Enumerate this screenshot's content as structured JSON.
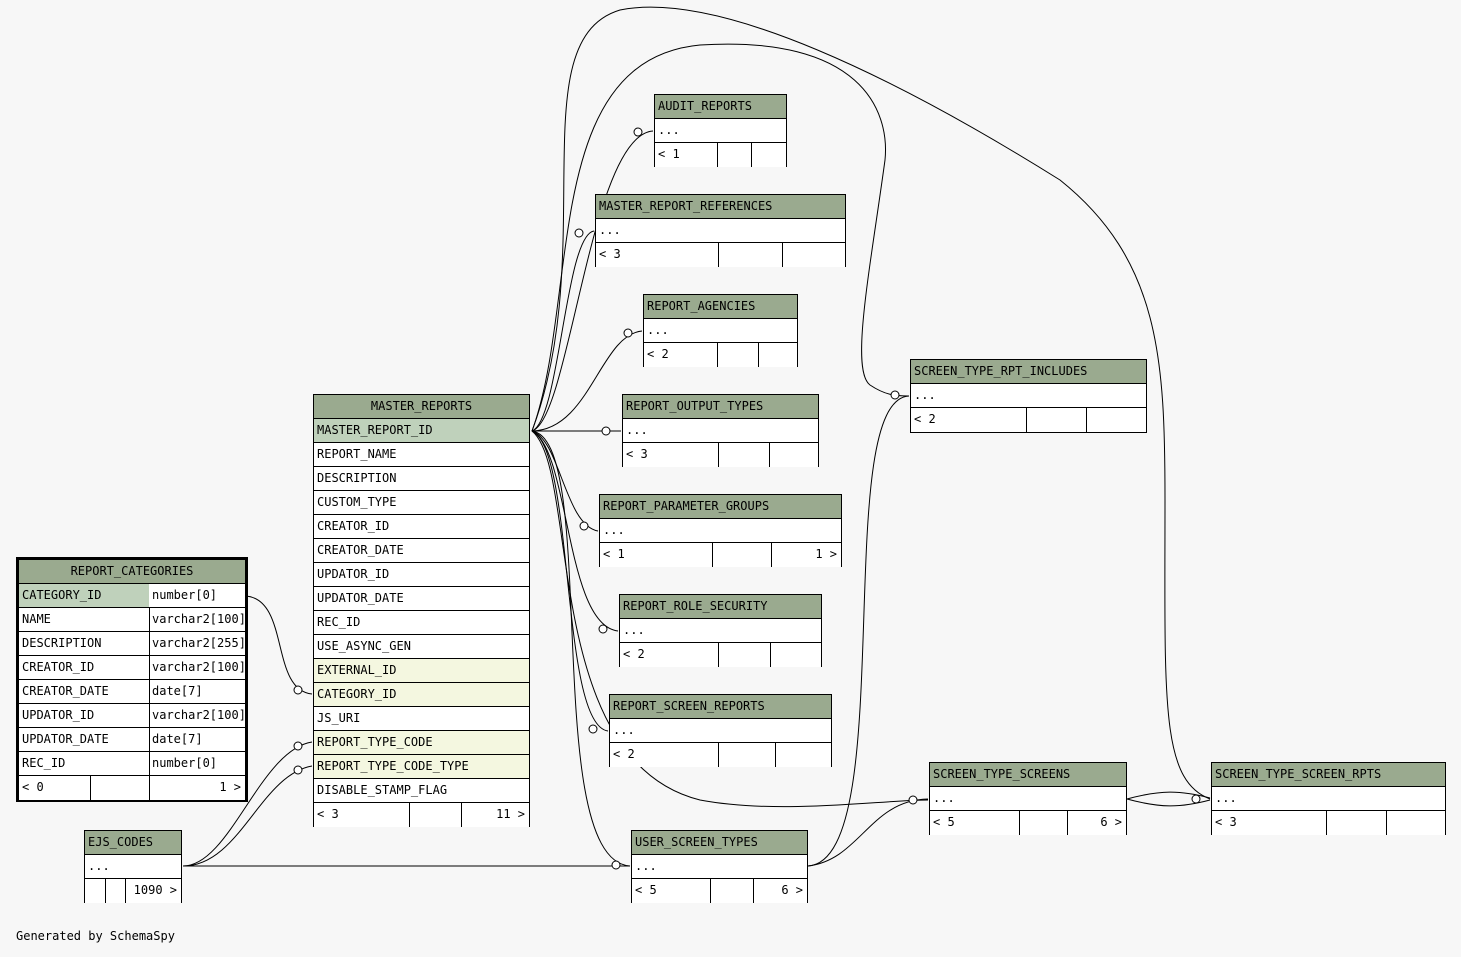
{
  "footer": "Generated by SchemaSpy",
  "colors": {
    "header": "#9aaa8f",
    "primary_key": "#bfd1bb",
    "foreign_key": "#f4f7e0",
    "background": "#f7f7f7"
  },
  "tables": {
    "master_reports": {
      "name": "MASTER_REPORTS",
      "columns": [
        "MASTER_REPORT_ID",
        "REPORT_NAME",
        "DESCRIPTION",
        "CUSTOM_TYPE",
        "CREATOR_ID",
        "CREATOR_DATE",
        "UPDATOR_ID",
        "UPDATOR_DATE",
        "REC_ID",
        "USE_ASYNC_GEN",
        "EXTERNAL_ID",
        "CATEGORY_ID",
        "JS_URI",
        "REPORT_TYPE_CODE",
        "REPORT_TYPE_CODE_TYPE",
        "DISABLE_STAMP_FLAG"
      ],
      "footer": [
        "< 3",
        "",
        "11 >"
      ]
    },
    "report_categories": {
      "name": "REPORT_CATEGORIES",
      "columns": [
        [
          "CATEGORY_ID",
          "number[0]"
        ],
        [
          "NAME",
          "varchar2[100]"
        ],
        [
          "DESCRIPTION",
          "varchar2[255]"
        ],
        [
          "CREATOR_ID",
          "varchar2[100]"
        ],
        [
          "CREATOR_DATE",
          "date[7]"
        ],
        [
          "UPDATOR_ID",
          "varchar2[100]"
        ],
        [
          "UPDATOR_DATE",
          "date[7]"
        ],
        [
          "REC_ID",
          "number[0]"
        ]
      ],
      "footer": [
        "< 0",
        "",
        "1 >"
      ]
    },
    "ejs_codes": {
      "name": "EJS_CODES",
      "body": "...",
      "footer": [
        "",
        "",
        "1090 >"
      ]
    },
    "audit_reports": {
      "name": "AUDIT_REPORTS",
      "body": "...",
      "footer": [
        "< 1",
        "",
        ""
      ]
    },
    "master_report_references": {
      "name": "MASTER_REPORT_REFERENCES",
      "body": "...",
      "footer": [
        "< 3",
        "",
        ""
      ]
    },
    "report_agencies": {
      "name": "REPORT_AGENCIES",
      "body": "...",
      "footer": [
        "< 2",
        "",
        ""
      ]
    },
    "report_output_types": {
      "name": "REPORT_OUTPUT_TYPES",
      "body": "...",
      "footer": [
        "< 3",
        "",
        ""
      ]
    },
    "report_parameter_groups": {
      "name": "REPORT_PARAMETER_GROUPS",
      "body": "...",
      "footer": [
        "< 1",
        "",
        "1 >"
      ]
    },
    "report_role_security": {
      "name": "REPORT_ROLE_SECURITY",
      "body": "...",
      "footer": [
        "< 2",
        "",
        ""
      ]
    },
    "report_screen_reports": {
      "name": "REPORT_SCREEN_REPORTS",
      "body": "...",
      "footer": [
        "< 2",
        "",
        ""
      ]
    },
    "user_screen_types": {
      "name": "USER_SCREEN_TYPES",
      "body": "...",
      "footer": [
        "< 5",
        "",
        "6 >"
      ]
    },
    "screen_type_rpt_includes": {
      "name": "SCREEN_TYPE_RPT_INCLUDES",
      "body": "...",
      "footer": [
        "< 2",
        "",
        ""
      ]
    },
    "screen_type_screens": {
      "name": "SCREEN_TYPE_SCREENS",
      "body": "...",
      "footer": [
        "< 5",
        "",
        "6 >"
      ]
    },
    "screen_type_screen_rpts": {
      "name": "SCREEN_TYPE_SCREEN_RPTS",
      "body": "...",
      "footer": [
        "< 3",
        "",
        ""
      ]
    }
  }
}
